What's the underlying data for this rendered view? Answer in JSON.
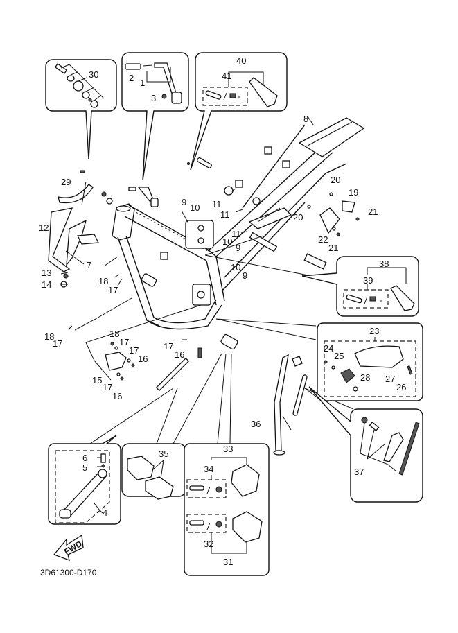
{
  "diagram": {
    "title_code": "3D61300-D170",
    "fwd_label": "FWD",
    "callouts": [
      {
        "id": "30",
        "text": "30"
      },
      {
        "id": "1",
        "text": "1"
      },
      {
        "id": "2",
        "text": "2"
      },
      {
        "id": "3",
        "text": "3"
      },
      {
        "id": "40",
        "text": "40"
      },
      {
        "id": "41",
        "text": "41"
      },
      {
        "id": "8",
        "text": "8"
      },
      {
        "id": "29",
        "text": "29"
      },
      {
        "id": "12",
        "text": "12"
      },
      {
        "id": "7",
        "text": "7"
      },
      {
        "id": "13",
        "text": "13"
      },
      {
        "id": "14",
        "text": "14"
      },
      {
        "id": "18a",
        "text": "18"
      },
      {
        "id": "17a",
        "text": "17"
      },
      {
        "id": "9a",
        "text": "9"
      },
      {
        "id": "10a",
        "text": "10"
      },
      {
        "id": "11a",
        "text": "11"
      },
      {
        "id": "11b",
        "text": "11"
      },
      {
        "id": "11c",
        "text": "11"
      },
      {
        "id": "10b",
        "text": "10"
      },
      {
        "id": "9b",
        "text": "9"
      },
      {
        "id": "10c",
        "text": "10"
      },
      {
        "id": "9c",
        "text": "9"
      },
      {
        "id": "20a",
        "text": "20"
      },
      {
        "id": "20b",
        "text": "20"
      },
      {
        "id": "19",
        "text": "19"
      },
      {
        "id": "21a",
        "text": "21"
      },
      {
        "id": "22",
        "text": "22"
      },
      {
        "id": "21b",
        "text": "21"
      },
      {
        "id": "38",
        "text": "38"
      },
      {
        "id": "39",
        "text": "39"
      },
      {
        "id": "23",
        "text": "23"
      },
      {
        "id": "24",
        "text": "24"
      },
      {
        "id": "25",
        "text": "25"
      },
      {
        "id": "27",
        "text": "27"
      },
      {
        "id": "26",
        "text": "26"
      },
      {
        "id": "28",
        "text": "28"
      },
      {
        "id": "18b",
        "text": "18"
      },
      {
        "id": "17b",
        "text": "17"
      },
      {
        "id": "18c",
        "text": "18"
      },
      {
        "id": "17c",
        "text": "17"
      },
      {
        "id": "17d",
        "text": "17"
      },
      {
        "id": "16a",
        "text": "16"
      },
      {
        "id": "15",
        "text": "15"
      },
      {
        "id": "17e",
        "text": "17"
      },
      {
        "id": "16b",
        "text": "16"
      },
      {
        "id": "17f",
        "text": "17"
      },
      {
        "id": "16c",
        "text": "16"
      },
      {
        "id": "36",
        "text": "36"
      },
      {
        "id": "37",
        "text": "37"
      },
      {
        "id": "6",
        "text": "6"
      },
      {
        "id": "5",
        "text": "5"
      },
      {
        "id": "4",
        "text": "4"
      },
      {
        "id": "35",
        "text": "35"
      },
      {
        "id": "33",
        "text": "33"
      },
      {
        "id": "34",
        "text": "34"
      },
      {
        "id": "32",
        "text": "32"
      },
      {
        "id": "31",
        "text": "31"
      }
    ]
  }
}
